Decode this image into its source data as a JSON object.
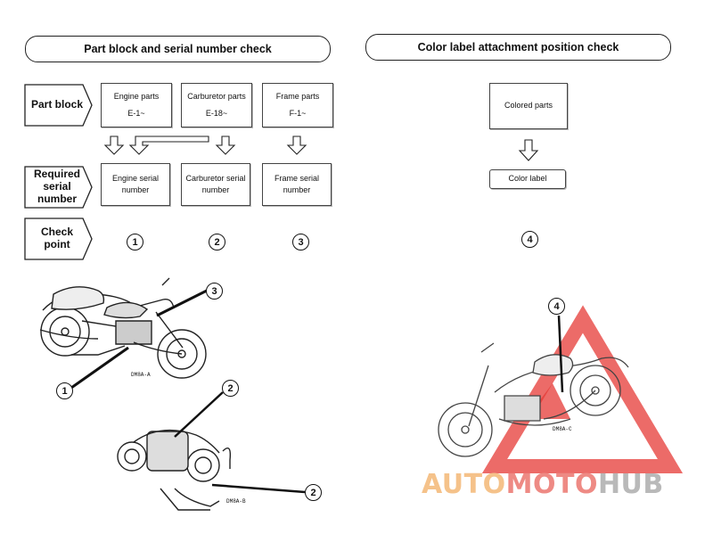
{
  "left_section": {
    "title": "Part block and serial number check",
    "rows": {
      "part_block": "Part block",
      "required_serial": "Required serial number",
      "check_point": "Check point"
    },
    "part_blocks": [
      {
        "name": "Engine parts",
        "code": "E-1~"
      },
      {
        "name": "Carburetor parts",
        "code": "E-18~"
      },
      {
        "name": "Frame parts",
        "code": "F-1~"
      }
    ],
    "serial_numbers": [
      "Engine serial number",
      "Carburetor serial number",
      "Frame serial number"
    ],
    "check_points": [
      "1",
      "2",
      "3"
    ]
  },
  "right_section": {
    "title": "Color label attachment position check",
    "colored_parts": "Colored parts",
    "color_label": "Color label",
    "check_point": "4"
  },
  "illustrations": {
    "motorcycle_left": {
      "caption": "DM8A-A",
      "callouts": [
        "3",
        "1"
      ]
    },
    "carburetor": {
      "caption": "DM8A-B",
      "callouts": [
        "2",
        "2"
      ]
    },
    "motorcycle_right": {
      "caption": "DM8A-C",
      "callouts": [
        "4"
      ]
    }
  },
  "watermark": {
    "parts": [
      "AUTO",
      "MOTO",
      "HUB"
    ],
    "colors": {
      "auto": "#f5c28a",
      "moto": "#ee8a84",
      "hub": "#b9b9b9",
      "triangle": "#e63a35"
    }
  }
}
